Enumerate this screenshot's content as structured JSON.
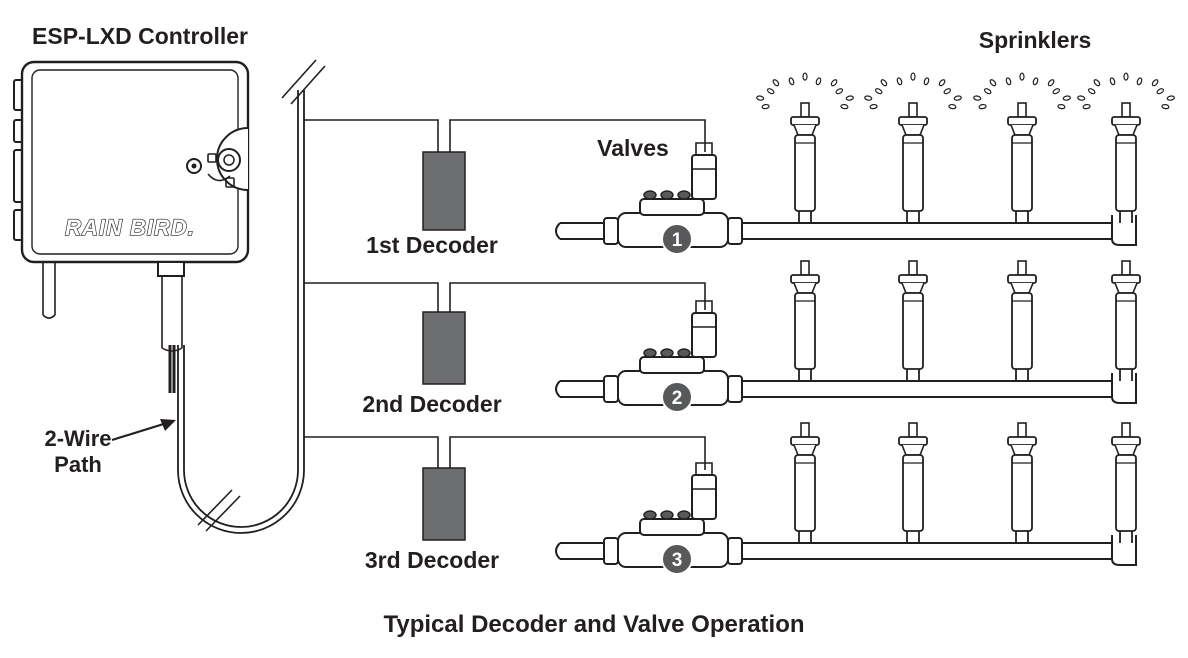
{
  "labels": {
    "controller": "ESP-LXD Controller",
    "sprinklers": "Sprinklers",
    "valves": "Valves",
    "two_wire_line1": "2-Wire",
    "two_wire_line2": "Path",
    "caption": "Typical Decoder and Valve Operation",
    "brand": "RAIN BIRD."
  },
  "decoders": [
    {
      "label": "1st Decoder",
      "valve_number": "1"
    },
    {
      "label": "2nd Decoder",
      "valve_number": "2"
    },
    {
      "label": "3rd Decoder",
      "valve_number": "3"
    }
  ],
  "colors": {
    "line": "#231f20",
    "decoder_fill": "#6d6e70",
    "badge_fill": "#58595b",
    "background": "#ffffff"
  },
  "icons": {
    "controller": "controller-box-icon",
    "valve": "valve-icon",
    "sprinkler": "sprinkler-head-icon",
    "spray": "water-spray-icon"
  }
}
